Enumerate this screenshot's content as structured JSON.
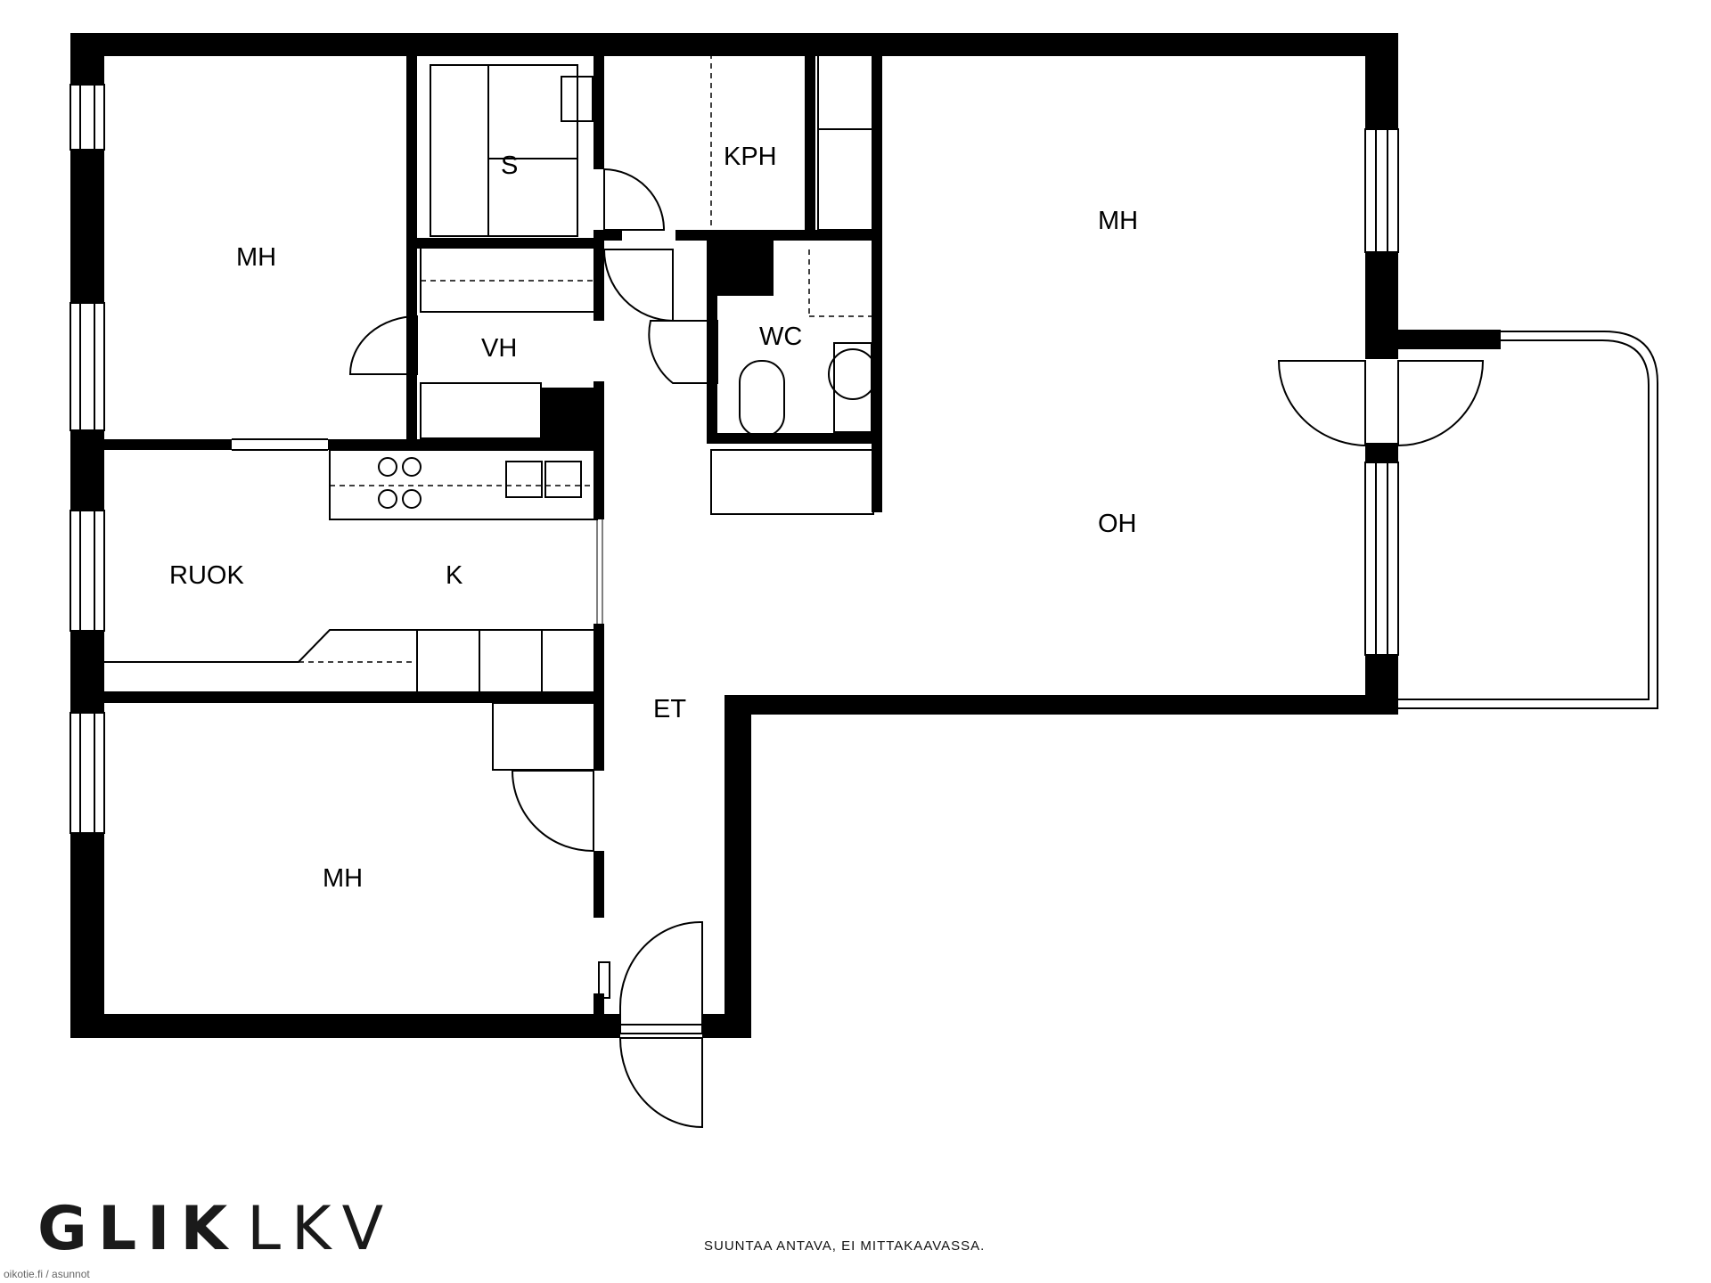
{
  "rooms": {
    "mh_top_left": "MH",
    "sauna": "S",
    "bathroom": "KPH",
    "mh_top_right": "MH",
    "closet": "VH",
    "wc": "WC",
    "living": "OH",
    "dining": "RUOK",
    "kitchen": "K",
    "entry": "ET",
    "mh_bottom": "MH"
  },
  "footer": {
    "brand_bold": "GLIK",
    "brand_light": "LKV",
    "disclaimer": "SUUNTAA ANTAVA, EI MITTAKAAVASSA.",
    "source": "oikotie.fi / asunnot"
  }
}
